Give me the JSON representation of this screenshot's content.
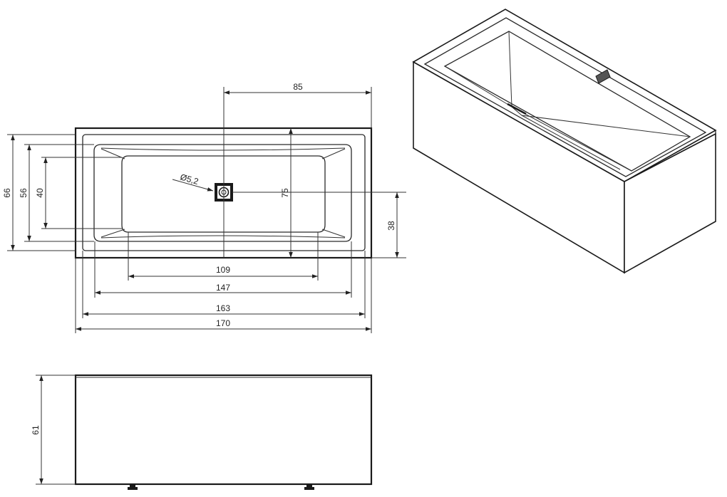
{
  "top_view": {
    "width_outer": "170",
    "width_rim": "163",
    "width_inner": "147",
    "width_bottom": "109",
    "drain_offset": "85",
    "depth_outer": "66",
    "depth_inner": "56",
    "depth_bottom": "40",
    "depth_rim": "75",
    "drain_y": "38",
    "drain_diameter": "Ø5,2"
  },
  "front_view": {
    "height": "61"
  },
  "colors": {
    "line": "#1a1a1a",
    "fill": "#ffffff"
  }
}
